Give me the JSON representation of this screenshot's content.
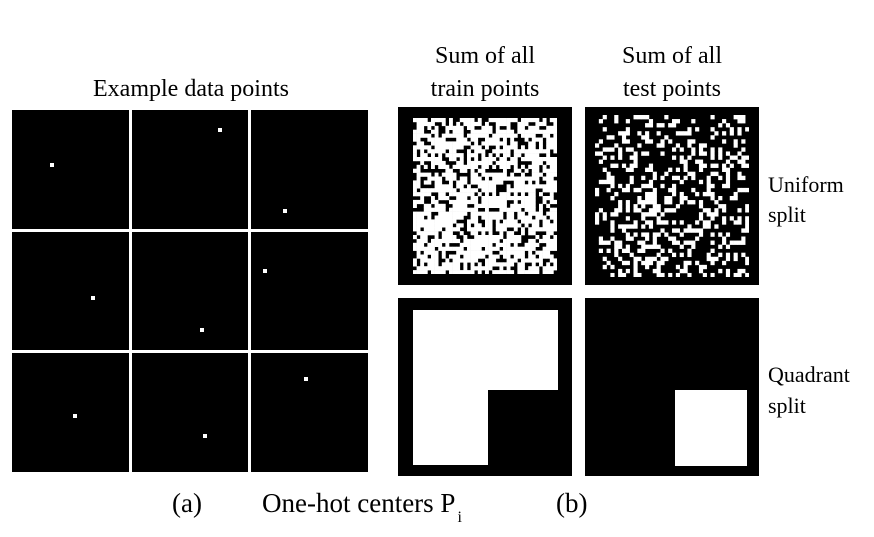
{
  "panel_a": {
    "title": "Example data points",
    "grid_rows": 3,
    "grid_cols": 3,
    "dots": [
      {
        "row": 0,
        "col": 0,
        "fx": 0.34,
        "fy": 0.46
      },
      {
        "row": 0,
        "col": 1,
        "fx": 0.76,
        "fy": 0.17
      },
      {
        "row": 0,
        "col": 2,
        "fx": 0.29,
        "fy": 0.85
      },
      {
        "row": 1,
        "col": 0,
        "fx": 0.69,
        "fy": 0.56
      },
      {
        "row": 1,
        "col": 1,
        "fx": 0.6,
        "fy": 0.83
      },
      {
        "row": 1,
        "col": 2,
        "fx": 0.12,
        "fy": 0.33
      },
      {
        "row": 2,
        "col": 0,
        "fx": 0.54,
        "fy": 0.53
      },
      {
        "row": 2,
        "col": 1,
        "fx": 0.63,
        "fy": 0.7
      },
      {
        "row": 2,
        "col": 2,
        "fx": 0.47,
        "fy": 0.22
      }
    ]
  },
  "panel_b": {
    "col_headers": [
      {
        "line1": "Sum of all",
        "line2": "train points"
      },
      {
        "line1": "Sum of all",
        "line2": "test points"
      }
    ],
    "row_labels": [
      {
        "line1": "Uniform",
        "line2": "split"
      },
      {
        "line1": "Quadrant",
        "line2": "split"
      }
    ]
  },
  "caption": {
    "a_label": "(a)",
    "main": "One-hot centers P",
    "subscript": "i",
    "b_label": "(b)"
  }
}
